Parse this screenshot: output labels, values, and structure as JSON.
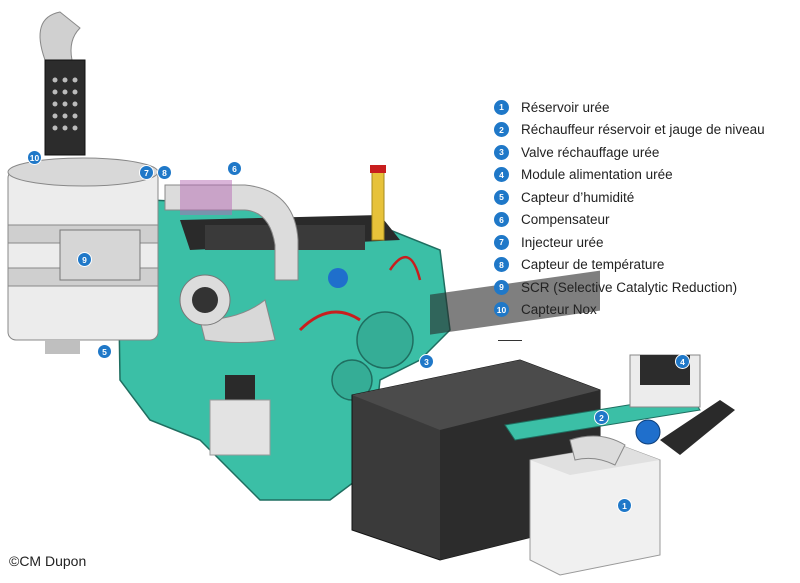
{
  "legend": [
    {
      "number": "1",
      "label": "Réservoir urée"
    },
    {
      "number": "2",
      "label": "Réchauffeur réservoir et jauge de niveau"
    },
    {
      "number": "3",
      "label": "Valve réchauffage urée"
    },
    {
      "number": "4",
      "label": "Module alimentation urée"
    },
    {
      "number": "5",
      "label": "Capteur d’humidité"
    },
    {
      "number": "6",
      "label": "Compensateur"
    },
    {
      "number": "7",
      "label": "Injecteur urée"
    },
    {
      "number": "8",
      "label": "Capteur de température"
    },
    {
      "number": "9",
      "label": "SCR (Selective Catalytic Reduction)"
    },
    {
      "number": "10",
      "label": "Capteur Nox"
    }
  ],
  "callouts": {
    "c1": "1",
    "c2": "2",
    "c3": "3",
    "c4": "4",
    "c5": "5",
    "c6": "6",
    "c7": "7",
    "c8": "8",
    "c9": "9",
    "c10": "10"
  },
  "copyright": "©CM Dupon",
  "colors": {
    "engine": "#3bbfa6",
    "callout": "#1f78c8",
    "battery": "#3a3a3a",
    "scr": "#e6e6e6"
  }
}
